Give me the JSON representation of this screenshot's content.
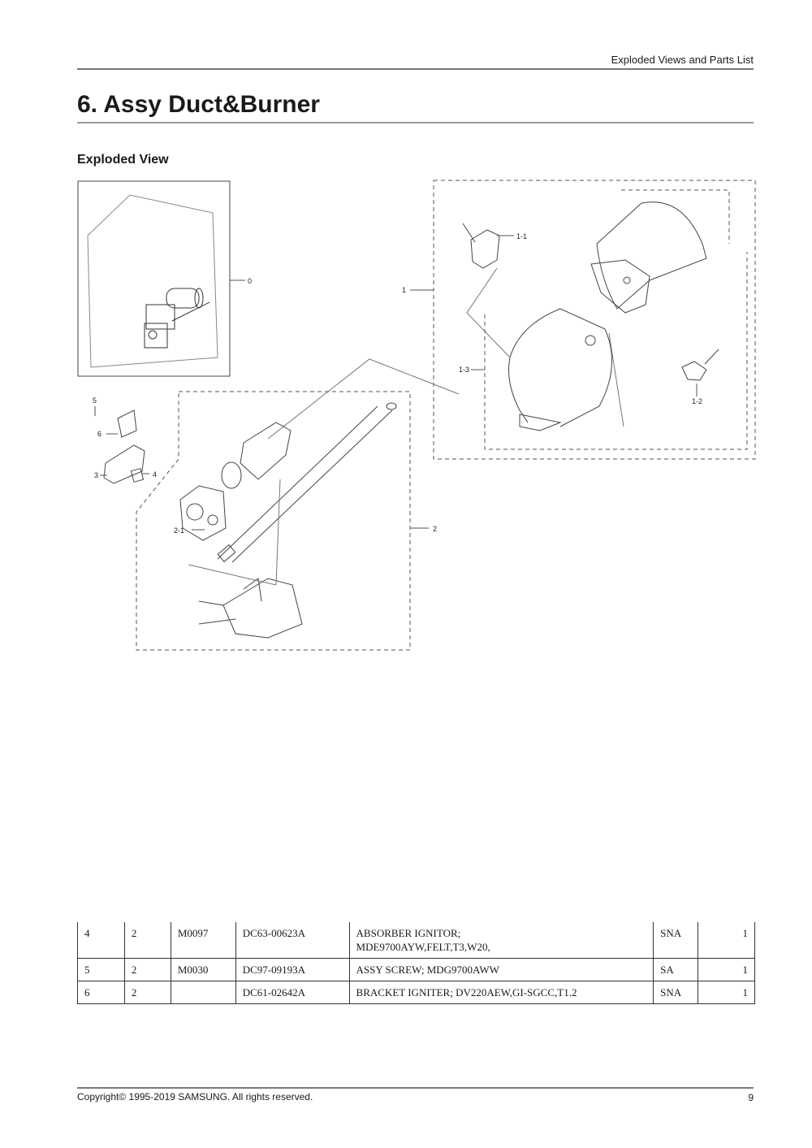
{
  "header": {
    "section": "Exploded Views and Parts List"
  },
  "page_title": "6.  Assy Duct&Burner",
  "subtitle": "Exploded View",
  "callouts": {
    "c0": "0",
    "c1": "1",
    "c1_1": "1-1",
    "c1_2": "1-2",
    "c1_3": "1-3",
    "c2": "2",
    "c2_1": "2-1",
    "c3": "3",
    "c4": "4",
    "c5": "5",
    "c6": "6"
  },
  "parts_table": {
    "rows": [
      {
        "no": "4",
        "level": "2",
        "code": "M0097",
        "part": "DC63-00623A",
        "desc1": "ABSORBER  IGNITOR;",
        "desc2": "MDE9700AYW,FELT,T3,W20,",
        "status": "SNA",
        "qty": "1"
      },
      {
        "no": "5",
        "level": "2",
        "code": "M0030",
        "part": "DC97-09193A",
        "desc1": "ASSY SCREW; MDG9700AWW",
        "desc2": "",
        "status": "SA",
        "qty": "1"
      },
      {
        "no": "6",
        "level": "2",
        "code": "",
        "part": "DC61-02642A",
        "desc1": "BRACKET IGNITER; DV220AEW,GI-SGCC,T1.2",
        "desc2": "",
        "status": "SNA",
        "qty": "1"
      }
    ]
  },
  "footer": {
    "copyright": "Copyright© 1995-2019 SAMSUNG. All rights reserved.",
    "page": "9"
  }
}
